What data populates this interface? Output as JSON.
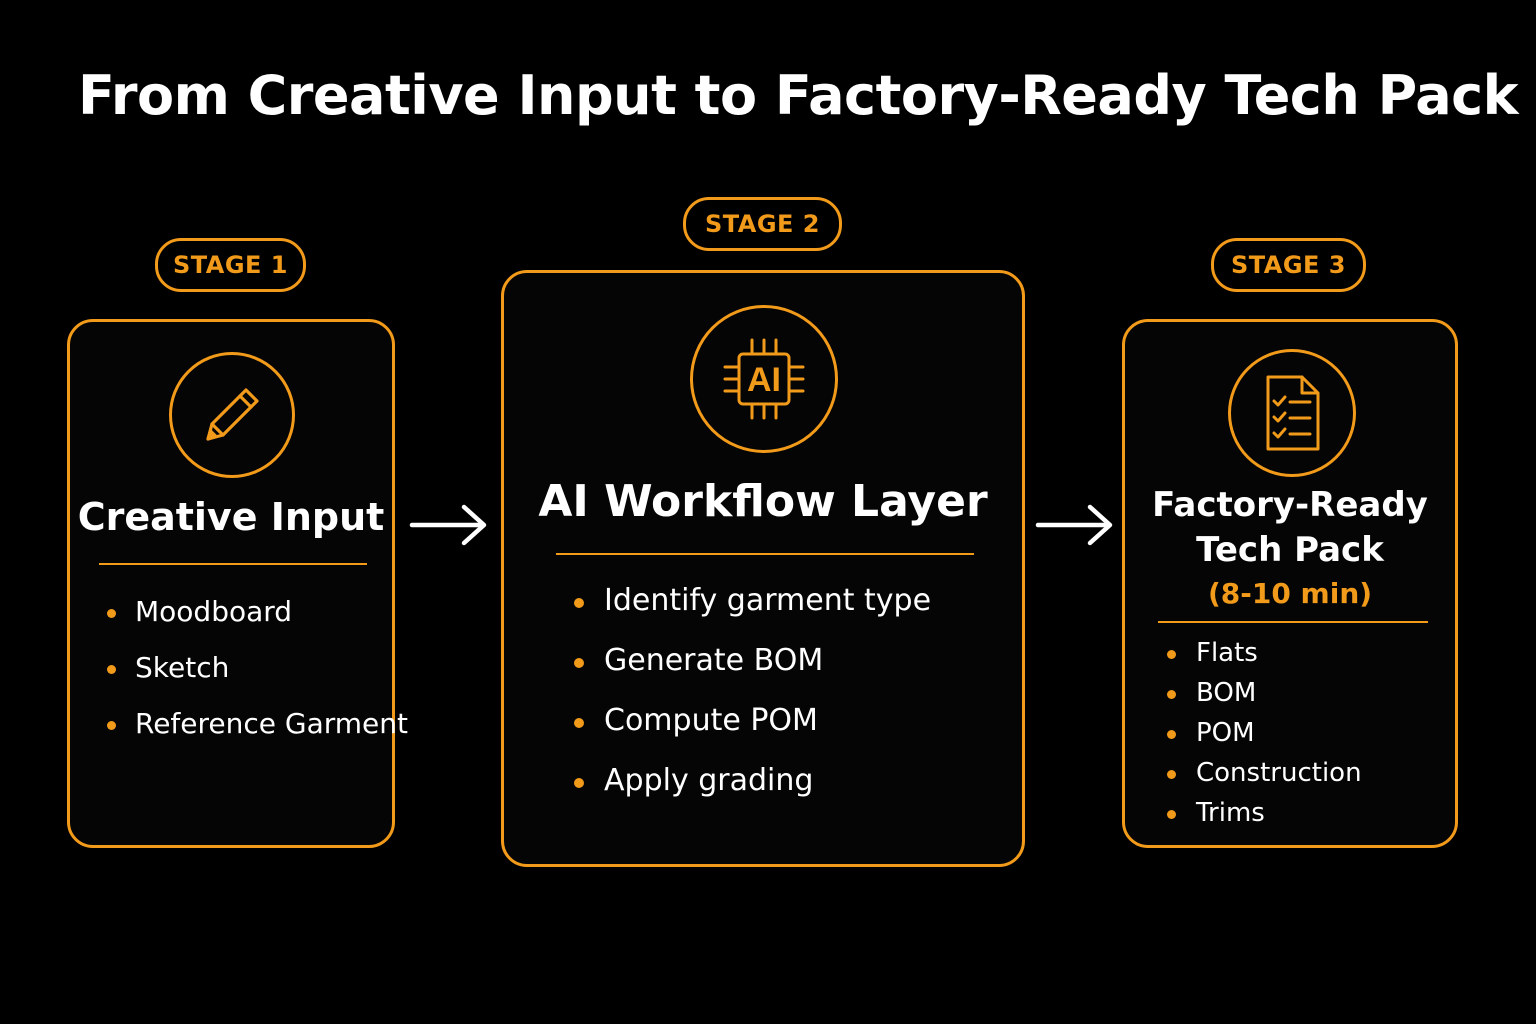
{
  "title": "From Creative Input to Factory-Ready Tech Pack",
  "accent_color": "#F29A1A",
  "background_color": "#000000",
  "stages": [
    {
      "badge": "STAGE 1",
      "icon": "pencil-icon",
      "title": "Creative Input",
      "items": [
        "Moodboard",
        "Sketch",
        "Reference Garment"
      ]
    },
    {
      "badge": "STAGE 2",
      "icon": "ai-chip-icon",
      "icon_text": "AI",
      "title": "AI Workflow Layer",
      "items": [
        "Identify garment type",
        "Generate BOM",
        "Compute POM",
        "Apply grading"
      ]
    },
    {
      "badge": "STAGE 3",
      "icon": "checklist-document-icon",
      "title_line1": "Factory-Ready",
      "title_line2": "Tech Pack",
      "subtitle": "(8-10 min)",
      "items": [
        "Flats",
        "BOM",
        "POM",
        "Construction",
        "Trims"
      ]
    }
  ],
  "connectors": [
    "right-arrow-icon",
    "right-arrow-icon"
  ]
}
